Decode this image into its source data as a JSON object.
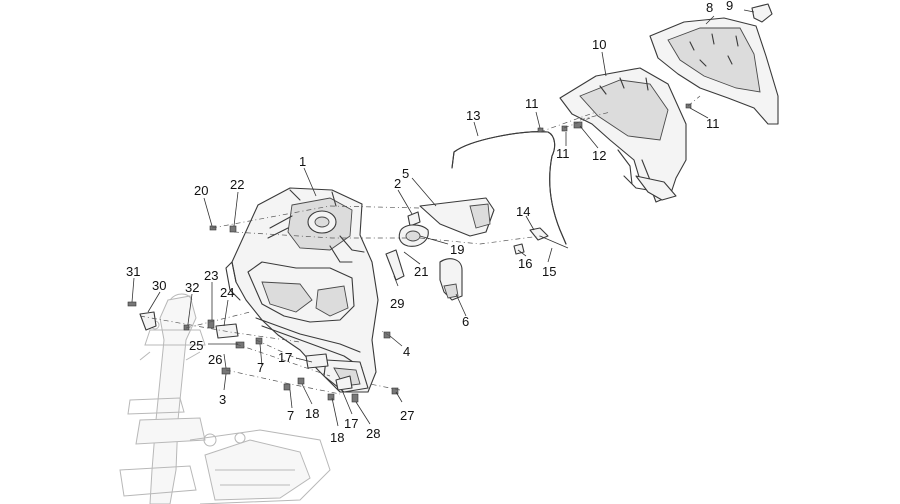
{
  "callouts": [
    {
      "id": "c1",
      "label": "1"
    },
    {
      "id": "c2",
      "label": "2"
    },
    {
      "id": "c3",
      "label": "3"
    },
    {
      "id": "c4",
      "label": "4"
    },
    {
      "id": "c5",
      "label": "5"
    },
    {
      "id": "c6",
      "label": "6"
    },
    {
      "id": "c7a",
      "label": "7"
    },
    {
      "id": "c7b",
      "label": "7"
    },
    {
      "id": "c8",
      "label": "8"
    },
    {
      "id": "c9",
      "label": "9"
    },
    {
      "id": "c10",
      "label": "10"
    },
    {
      "id": "c11a",
      "label": "11"
    },
    {
      "id": "c11b",
      "label": "11"
    },
    {
      "id": "c11c",
      "label": "11"
    },
    {
      "id": "c12",
      "label": "12"
    },
    {
      "id": "c13",
      "label": "13"
    },
    {
      "id": "c14",
      "label": "14"
    },
    {
      "id": "c15",
      "label": "15"
    },
    {
      "id": "c16",
      "label": "16"
    },
    {
      "id": "c17a",
      "label": "17"
    },
    {
      "id": "c17b",
      "label": "17"
    },
    {
      "id": "c18a",
      "label": "18"
    },
    {
      "id": "c18b",
      "label": "18"
    },
    {
      "id": "c19",
      "label": "19"
    },
    {
      "id": "c20",
      "label": "20"
    },
    {
      "id": "c21",
      "label": "21"
    },
    {
      "id": "c22",
      "label": "22"
    },
    {
      "id": "c23",
      "label": "23"
    },
    {
      "id": "c24",
      "label": "24"
    },
    {
      "id": "c25",
      "label": "25"
    },
    {
      "id": "c26",
      "label": "26"
    },
    {
      "id": "c27",
      "label": "27"
    },
    {
      "id": "c28",
      "label": "28"
    },
    {
      "id": "c29",
      "label": "29"
    },
    {
      "id": "c30",
      "label": "30"
    },
    {
      "id": "c31",
      "label": "31"
    },
    {
      "id": "c32",
      "label": "32"
    }
  ]
}
